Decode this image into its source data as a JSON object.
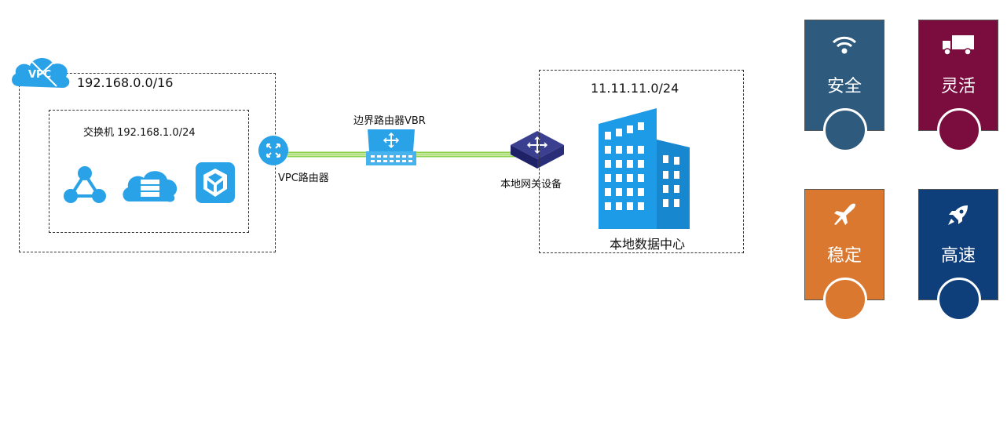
{
  "vpc": {
    "badge": "VPC",
    "cidr": "192.168.0.0/16",
    "switch_label": "交换机 192.168.1.0/24",
    "router_label": "VPC路由器"
  },
  "vbr": {
    "label": "边界路由器VBR"
  },
  "gateway": {
    "label": "本地网关设备"
  },
  "datacenter": {
    "cidr": "11.11.11.0/24",
    "label": "本地数据中心"
  },
  "features": [
    {
      "label": "安全",
      "icon": "wifi-icon",
      "color": "#2e5a7e"
    },
    {
      "label": "灵活",
      "icon": "truck-icon",
      "color": "#7b0c3e"
    },
    {
      "label": "稳定",
      "icon": "airplane-icon",
      "color": "#d9782e"
    },
    {
      "label": "高速",
      "icon": "rocket-icon",
      "color": "#0f3f7a"
    }
  ],
  "colors": {
    "network_blue": "#2aa2e8",
    "link_green": "#8cd24a"
  }
}
